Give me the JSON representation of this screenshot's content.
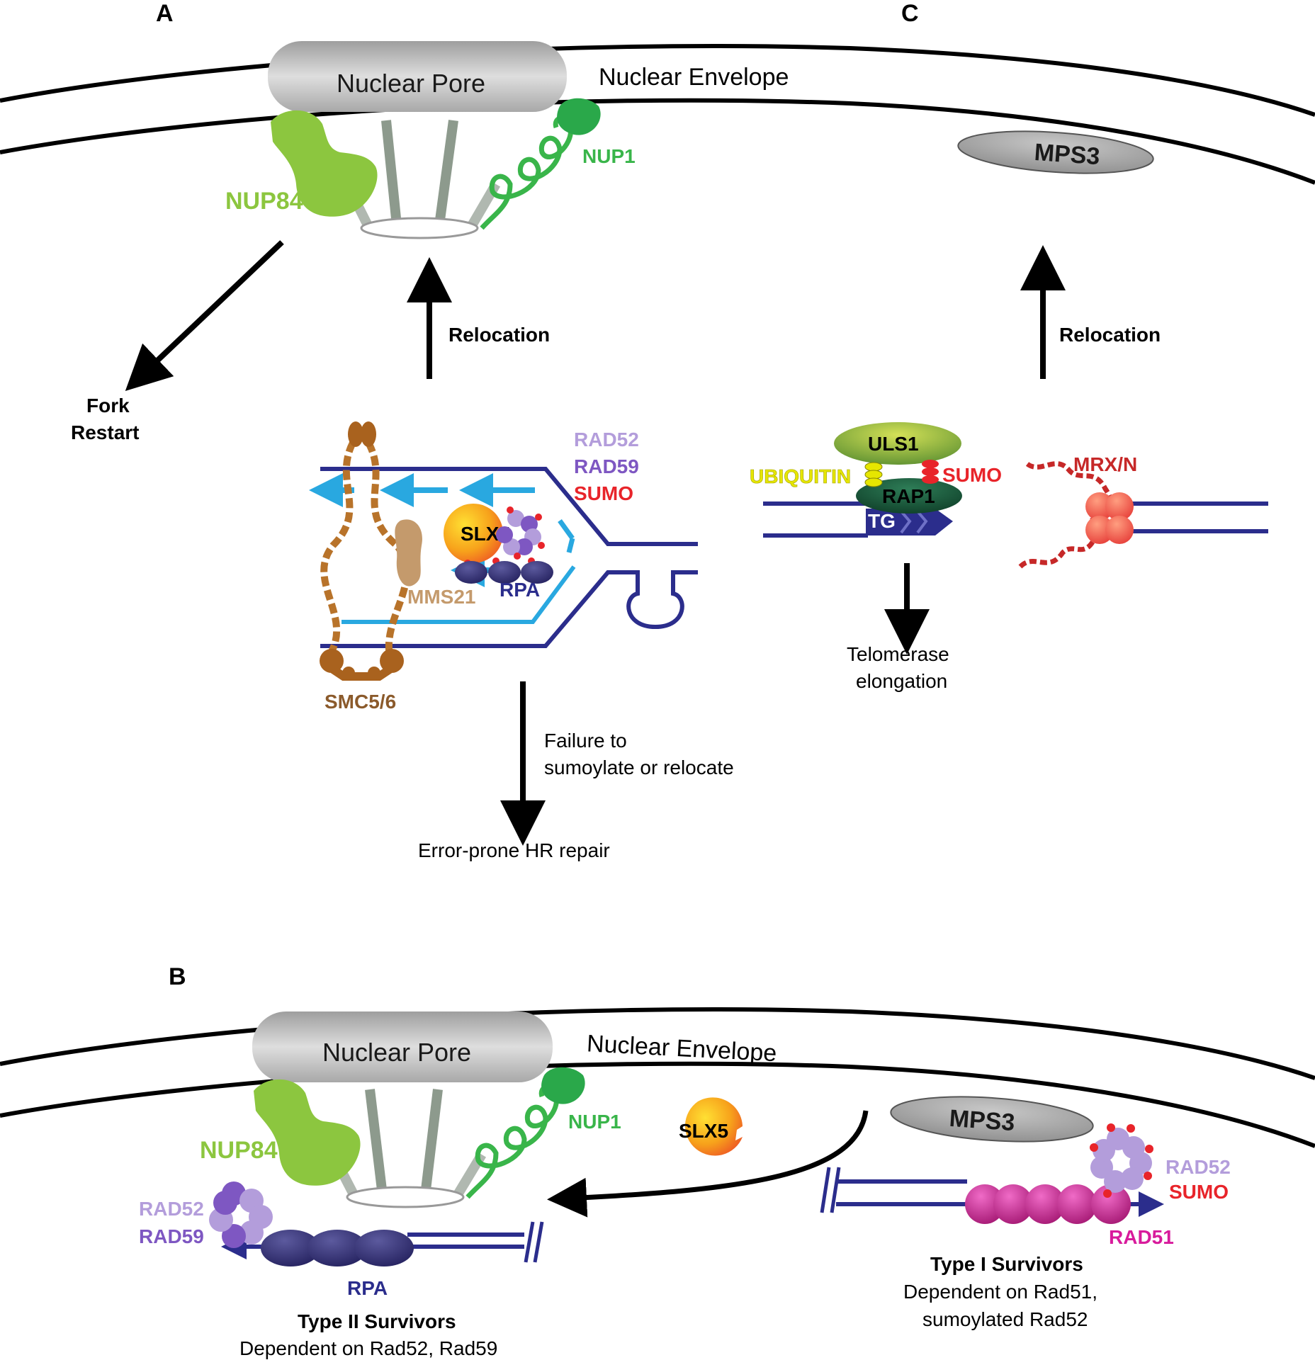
{
  "panels": {
    "a": {
      "label": "A",
      "nuclear_pore": "Nuclear Pore",
      "nuclear_envelope": "Nuclear Envelope",
      "nup84": "NUP84",
      "nup1": "NUP1",
      "relocation": "Relocation",
      "fork_restart_1": "Fork",
      "fork_restart_2": "Restart",
      "rad52": "RAD52",
      "rad59": "RAD59",
      "sumo": "SUMO",
      "slx5": "SLX5",
      "mms21": "MMS21",
      "rpa": "RPA",
      "smc56": "SMC5/6",
      "failure_1": "Failure to",
      "failure_2": "sumoylate or relocate",
      "error_prone": "Error-prone HR repair"
    },
    "b": {
      "label": "B",
      "nuclear_pore": "Nuclear Pore",
      "nuclear_envelope": "Nuclear Envelope",
      "nup84": "NUP84",
      "nup1": "NUP1",
      "slx5": "SLX5",
      "mps3": "MPS3",
      "rad52_left": "RAD52",
      "rad59": "RAD59",
      "rpa": "RPA",
      "type2_title": "Type II Survivors",
      "type2_desc": "Dependent on Rad52, Rad59",
      "rad52_right": "RAD52",
      "sumo": "SUMO",
      "rad51": "RAD51",
      "type1_title": "Type I Survivors",
      "type1_desc_1": "Dependent on Rad51,",
      "type1_desc_2": "sumoylated Rad52"
    },
    "c": {
      "label": "C",
      "mps3": "MPS3",
      "relocation": "Relocation",
      "uls1": "ULS1",
      "ubiquitin": "UBIQUITIN",
      "sumo": "SUMO",
      "rap1": "RAP1",
      "tg": "TG",
      "mrxn": "MRX/N",
      "telomerase_1": "Telomerase",
      "telomerase_2": "elongation"
    }
  },
  "colors": {
    "dna_navy": "#2b2d8c",
    "nascent_cyan": "#29a8e0",
    "nup84_green": "#8cc63f",
    "nup1_green": "#39b54a",
    "sumo_red": "#e8242a",
    "rad52_lavender": "#b39ddb",
    "rad59_purple": "#7e57c2",
    "smc_brown": "#b8732a",
    "mms21_tan": "#c49a6c",
    "rad51_magenta": "#d81b9c",
    "ubiquitin_yellow": "#e6e600",
    "mrx_red": "#c62828"
  }
}
